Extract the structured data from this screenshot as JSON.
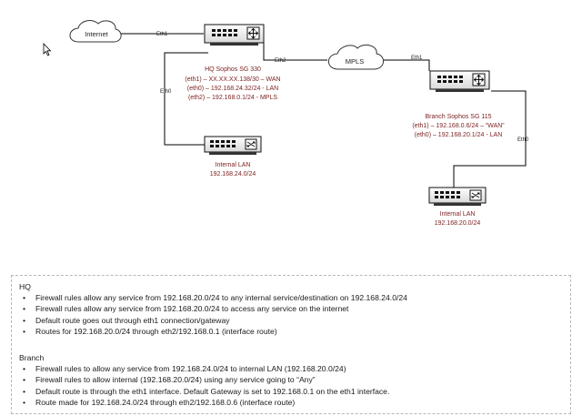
{
  "diagram": {
    "internet_label": "Internet",
    "mpls_label": "MPLS",
    "hq": {
      "title": "HQ Sophos SG 330",
      "lines": [
        "(eth1) – XX.XX.XX.138/30 – WAN",
        "(eth0) – 192.168.24.32/24 - LAN",
        "(eth2) – 192.168.0.1/24 - MPLS"
      ]
    },
    "branch": {
      "title": "Branch Sophos SG 115",
      "lines": [
        "(eth1) – 192.168.0.6/24 – “WAN”",
        "(eth0) – 192.168.20.1/24 - LAN"
      ]
    },
    "hq_lan": {
      "title": "Internal LAN",
      "subnet": "192.168.24.0/24"
    },
    "branch_lan": {
      "title": "Internal LAN",
      "subnet": "192.168.20.0/24"
    },
    "ports": {
      "hq_eth1": "Eth1",
      "hq_eth2": "Eth2",
      "hq_eth0": "Eth0",
      "branch_eth1": "Eth1",
      "branch_eth0": "Eth0"
    },
    "colors": {
      "label_text": "#7a1f1f",
      "line": "#000000"
    },
    "icons": [
      "cloud-icon",
      "firewall-icon",
      "switch-icon",
      "cursor-icon"
    ]
  },
  "notes": {
    "hq": {
      "title": "HQ",
      "items": [
        "Firewall rules allow any service from 192.168.20.0/24 to any internal service/destination on 192.168.24.0/24",
        "Firewall rules allow any service from 192.168.20.0/24 to access any service on the internet",
        "Default route goes out through eth1 connection/gateway",
        "Routes for 192.168.20.0/24 through eth2/192.168.0.1 (interface route)"
      ]
    },
    "branch": {
      "title": "Branch",
      "items": [
        "Firewall rules to allow any service from 192.168.24.0/24 to internal LAN (192.168.20.0/24)",
        "Firewall rules to allow internal (192.168.20.0/24) using any service going to “Any”",
        "Default route is through the eth1 interface. Default Gateway is set to 192.168.0.1 on the eth1 interface.",
        "Route made for 192.168.24.0/24 through eth2/192.168.0.6 (interface route)"
      ]
    }
  }
}
